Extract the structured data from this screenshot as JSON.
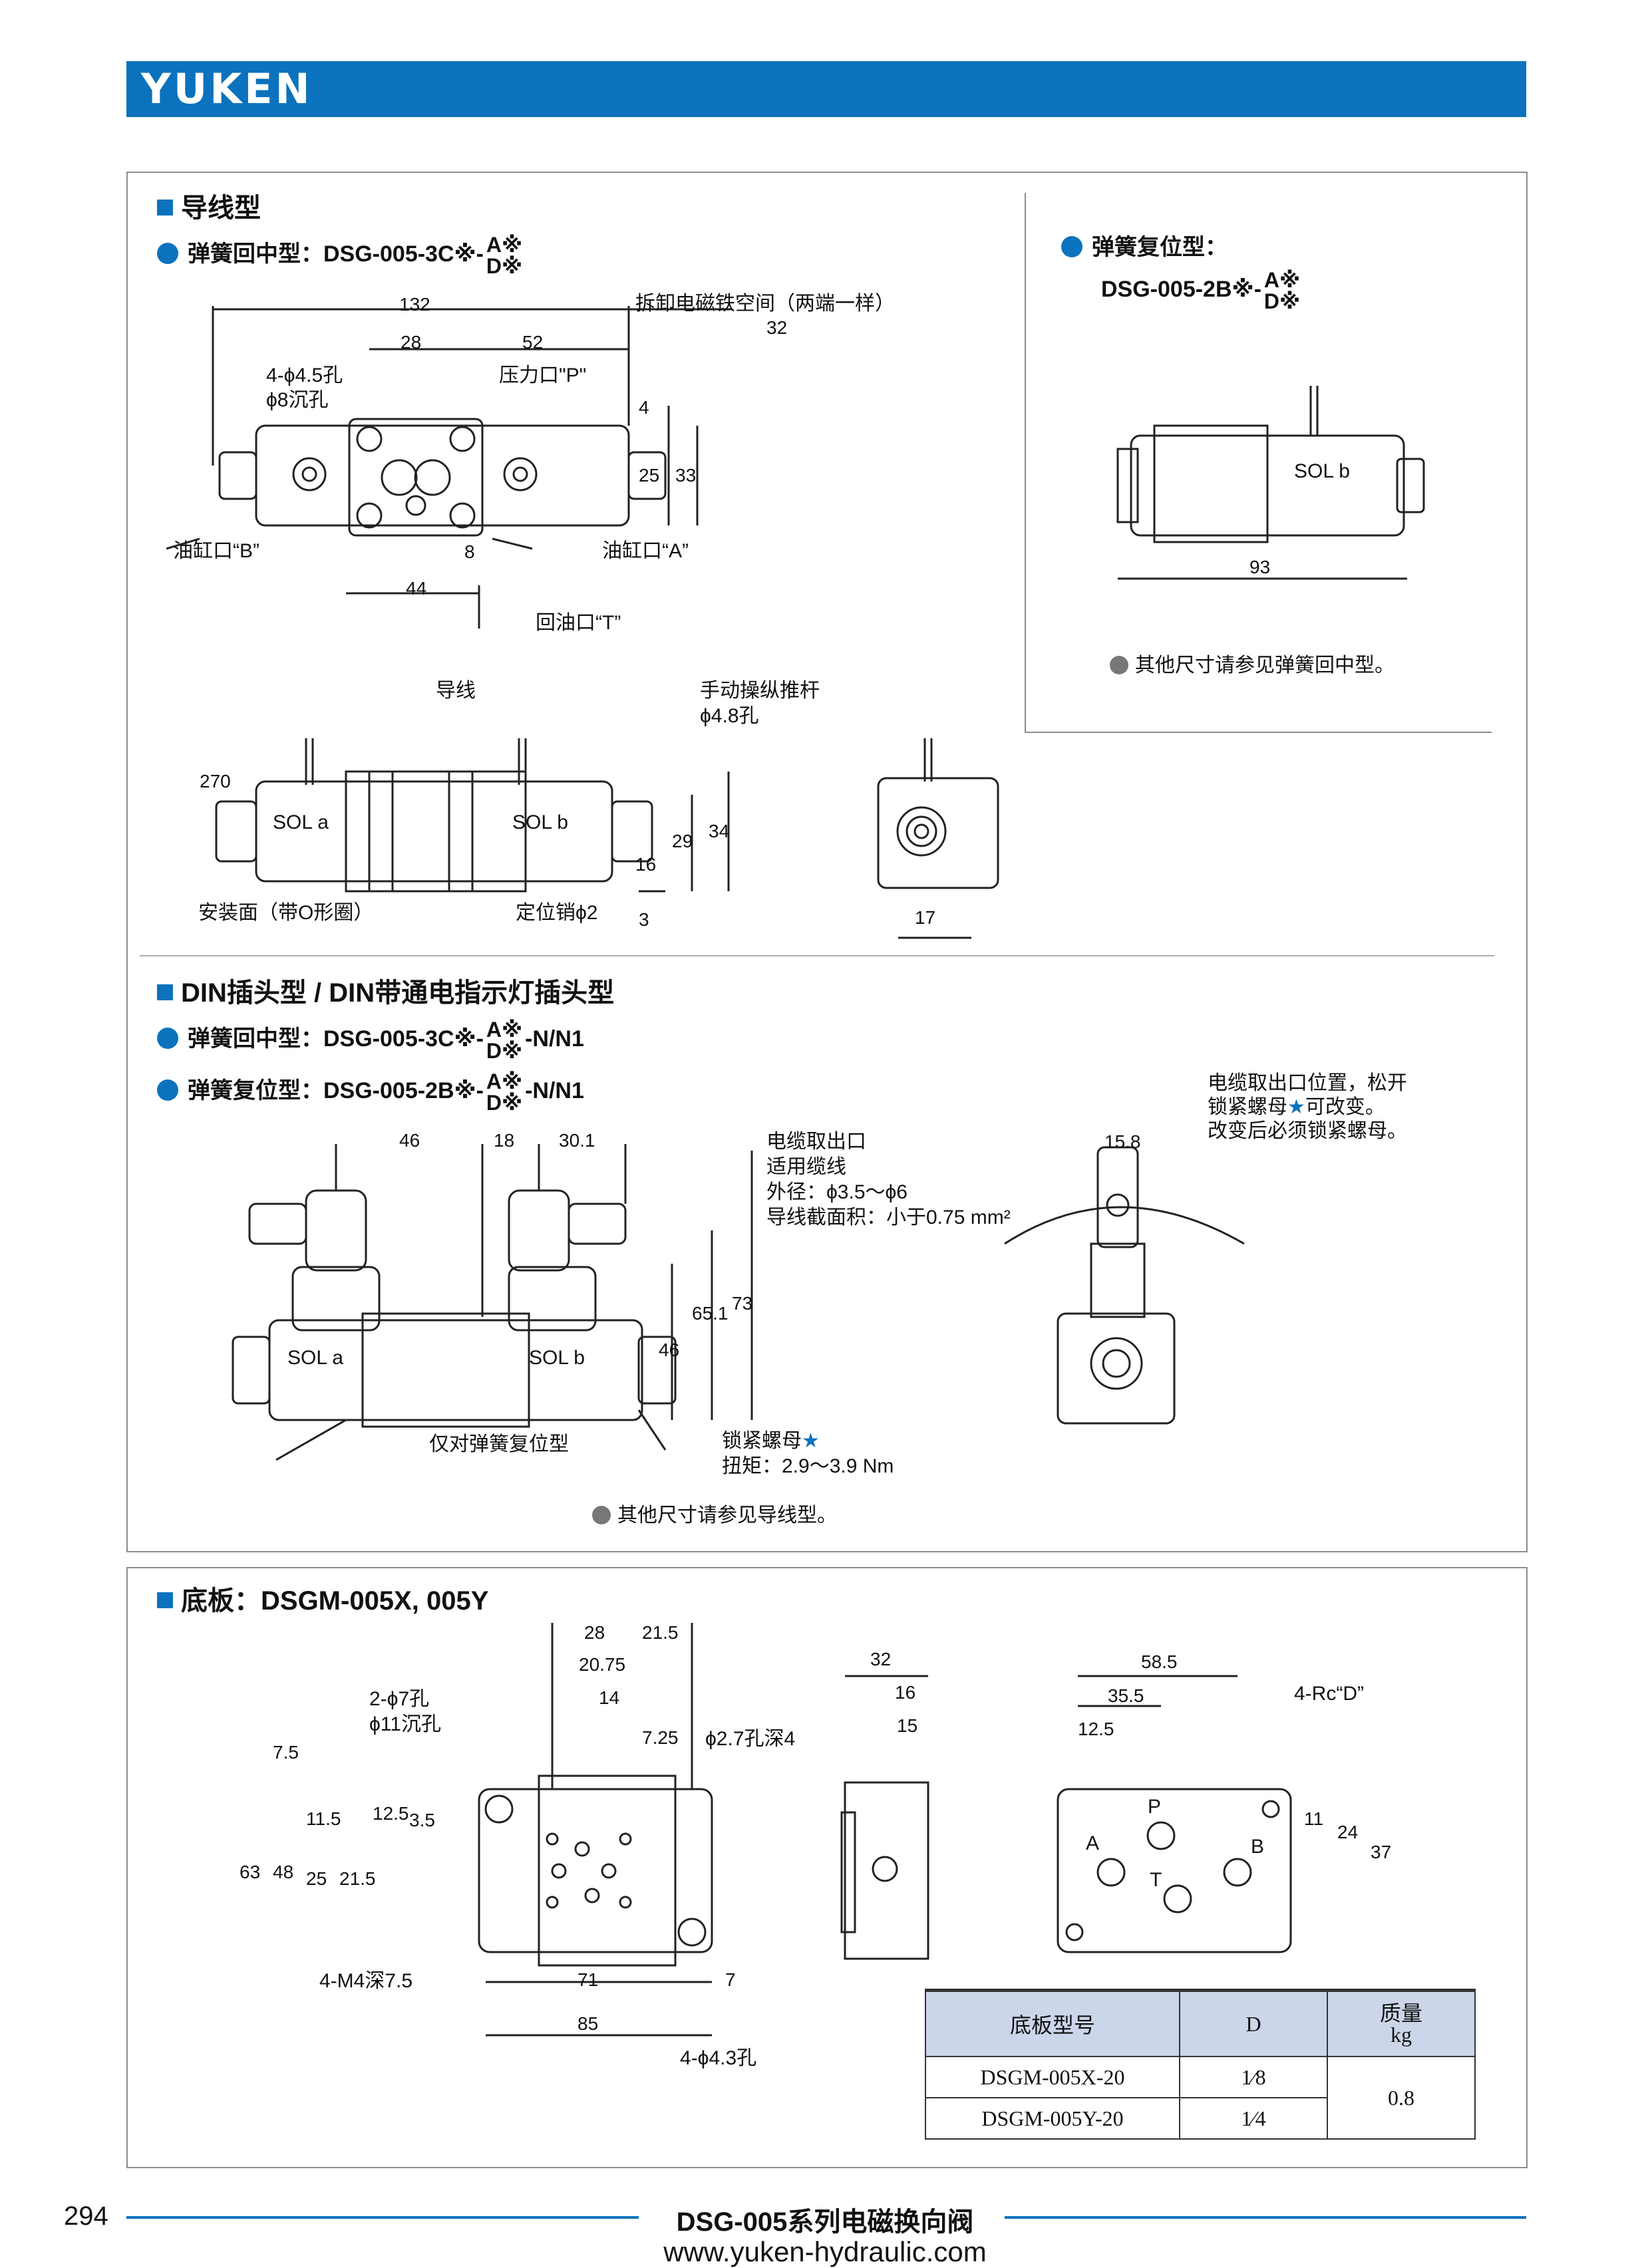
{
  "header": {
    "logo": "YUKEN"
  },
  "sec1": {
    "title": "导线型",
    "spring_center": "弹簧回中型：DSG-005-3C※-",
    "frac_top": "A※",
    "frac_bottom": "D※",
    "spring_offset_title": "弹簧复位型：",
    "spring_offset_model": "DSG-005-2B※-",
    "remove_space": "拆卸电磁铁空间（两端一样）",
    "bolt_holes": "4-ϕ4.5孔",
    "counterbore": "ϕ8沉孔",
    "port_p": "压力口\"P\"",
    "port_b": "油缸口“B”",
    "port_a": "油缸口“A”",
    "port_t": "回油口“T”",
    "lead_wire": "导线",
    "manual": "手动操纵推杆",
    "manual_hole": "ϕ4.8孔",
    "mount_face": "安装面（带O形圈）",
    "locating_pin": "定位销ϕ2",
    "sol_a": "SOL a",
    "sol_b": "SOL b",
    "note_ref": "其他尺寸请参见弹簧回中型。",
    "dims": {
      "d132": "132",
      "d32": "32",
      "d28": "28",
      "d52": "52",
      "d4": "4",
      "d25": "25",
      "d33": "33",
      "d8": "8",
      "d44": "44",
      "d93": "93",
      "d270": "270",
      "d29": "29",
      "d34": "34",
      "d16": "16",
      "d3": "3",
      "d17": "17"
    }
  },
  "sec2": {
    "title": "DIN插头型 / DIN带通电指示灯插头型",
    "spring_center": "弹簧回中型：DSG-005-3C※-",
    "spring_offset": "弹簧复位型：DSG-005-2B※-",
    "suffix": "-N/N1",
    "cable_out": "电缆取出口",
    "cable_fit": "适用缆线",
    "cable_od": "外径：ϕ3.5～ϕ6",
    "cable_area": "导线截面积：小于0.75 mm²",
    "cable_pos1": "电缆取出口位置，松开",
    "cable_pos2": "锁紧螺母",
    "cable_pos2b": "可改变。",
    "cable_pos3": "改变后必须锁紧螺母。",
    "spring_only": "仅对弹簧复位型",
    "lock_nut": "锁紧螺母",
    "torque": "扭矩：2.9～3.9 Nm",
    "note_ref": "其他尺寸请参见导线型。",
    "dims": {
      "d46": "46",
      "d18": "18",
      "d301": "30.1",
      "d158": "15.8",
      "d46v": "46",
      "d651": "65.1",
      "d73": "73"
    }
  },
  "sec3": {
    "title": "底板：DSGM-005X, 005Y",
    "holes_2": "2-ϕ7孔",
    "cb11": "ϕ11沉孔",
    "drill": "ϕ2.7孔深4",
    "m4": "4-M4深7.5",
    "holes_4": "4-ϕ4.3孔",
    "rc": "4-Rc“D”",
    "port_labels": [
      "P",
      "A",
      "B",
      "T"
    ],
    "dims": {
      "d28": "28",
      "d215": "21.5",
      "d2075": "20.75",
      "d14": "14",
      "d725": "7.25",
      "d75": "7.5",
      "d63": "63",
      "d48": "48",
      "d115": "11.5",
      "d125": "12.5",
      "d35": "3.5",
      "d25": "25",
      "d215v": "21.5",
      "d71": "71",
      "d7": "7",
      "d85": "85",
      "d32": "32",
      "d16": "16",
      "d15": "15",
      "d585": "58.5",
      "d355": "35.5",
      "d125b": "12.5",
      "d11": "11",
      "d24": "24",
      "d37": "37"
    }
  },
  "mass_table": {
    "headers": [
      "底板型号",
      "D",
      "质量",
      "kg"
    ],
    "rows": [
      {
        "model": "DSGM-005X-20",
        "d": "1⁄8"
      },
      {
        "model": "DSGM-005Y-20",
        "d": "1⁄4"
      }
    ],
    "mass": "0.8"
  },
  "footer": {
    "page": "294",
    "title": "DSG-005系列电磁换向阀",
    "url": "www.yuken-hydraulic.com"
  },
  "colors": {
    "brand": "#0b72bd",
    "table_header": "#ccd6ea"
  }
}
